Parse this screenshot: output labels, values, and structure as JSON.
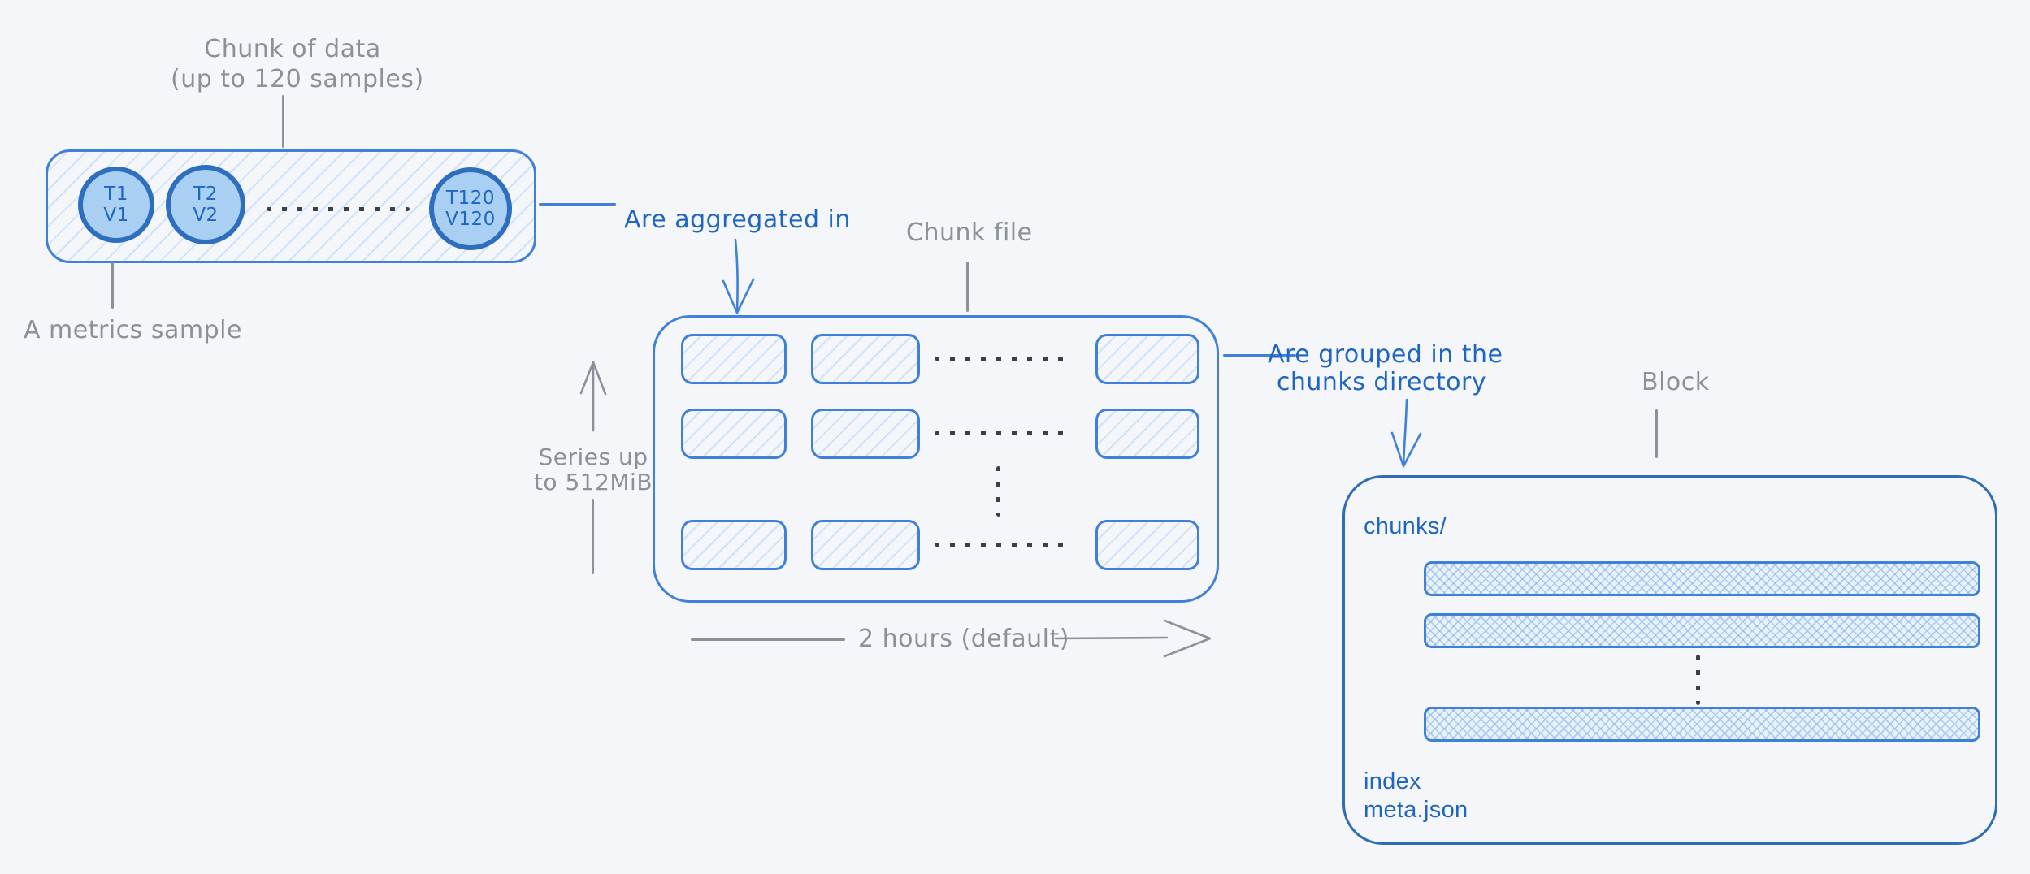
{
  "colors": {
    "background": "#f4f6f9",
    "blue_stroke": "#3f81d8",
    "blue_heavy": "#2e6ebf",
    "block_stroke": "#2f6cb5",
    "blue_fill": "#a9cff3",
    "blue_text": "#1e66c2",
    "gray": "#8a9199",
    "dot": "#3a4149",
    "hatch": "#cfe2f7"
  },
  "chunk_of_data": {
    "label_line1": "Chunk of data",
    "label_line2": "(up to 120 samples)",
    "samples": [
      {
        "time": "T1",
        "value": "V1"
      },
      {
        "time": "T2",
        "value": "V2"
      },
      {
        "time": "T120",
        "value": "V120"
      }
    ],
    "sample_label": "A metrics sample"
  },
  "chunk_file": {
    "title": "Chunk file",
    "aggregated_label": "Are aggregated in",
    "series_label_line1": "Series up",
    "series_label_line2": "to 512MiB",
    "duration_label": "2 hours (default)"
  },
  "block": {
    "title": "Block",
    "grouped_label_line1": "Are grouped in the",
    "grouped_label_line2": "chunks directory",
    "chunks_dir_label": "chunks/",
    "index_label": "index",
    "meta_label": "meta.json"
  }
}
